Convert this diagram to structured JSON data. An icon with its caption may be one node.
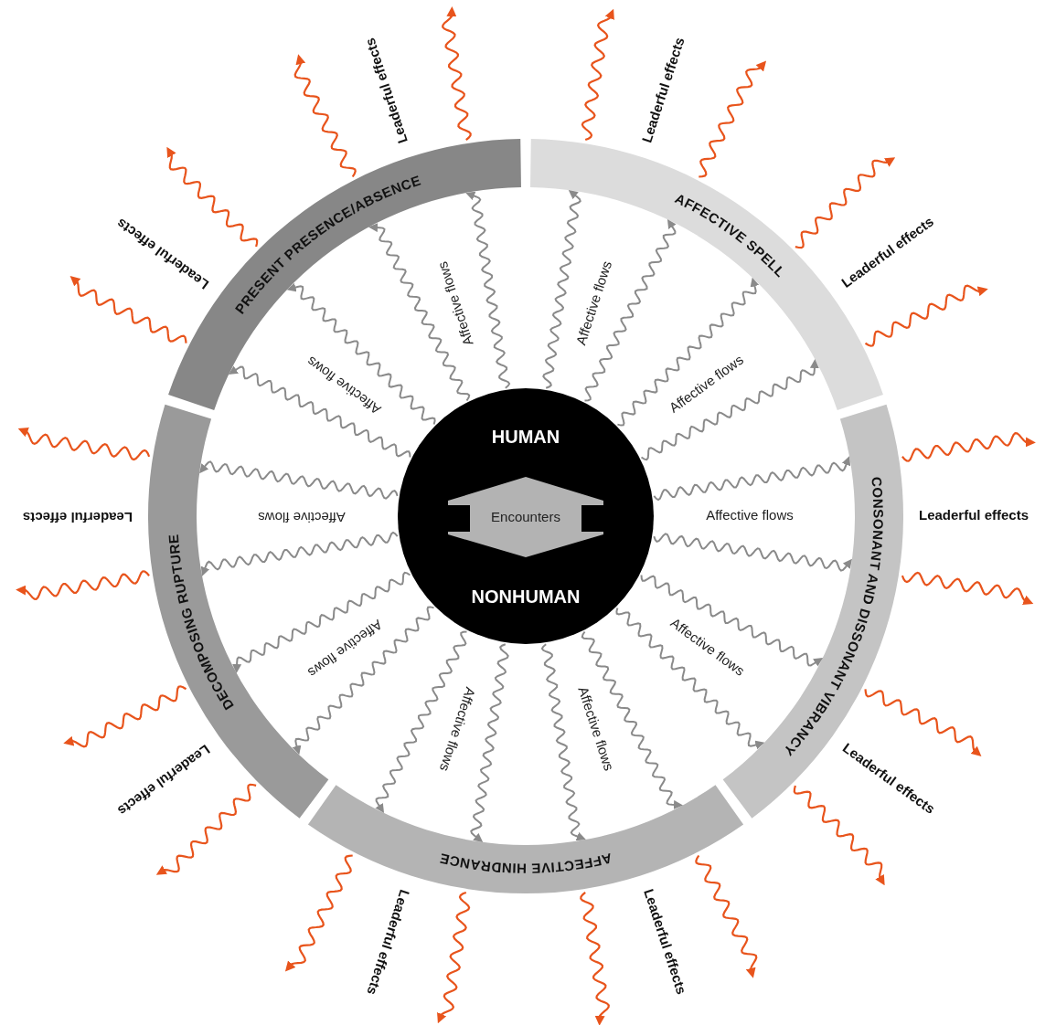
{
  "diagram": {
    "nodes": [
      {
        "text": [
          "HUMAN",
          "NONHUMAN"
        ]
      },
      {
        "text": [
          "Encounters"
        ],
        "in": 0
      },
      {
        "text": [
          "PRESENT PRESENCE/ABSENCE"
        ]
      },
      {
        "text": [
          "AFFECTIVE SPELL"
        ]
      },
      {
        "text": [
          "CONSONANT AND DISSONANT VIBRANCY"
        ]
      },
      {
        "text": [
          "AFFECTIVE HINDRANCE"
        ]
      },
      {
        "text": [
          "DECOMPOSING RUPTURE"
        ]
      }
    ],
    "edges": [
      {
        "from": 0,
        "to": 3,
        "arrow": "to"
      },
      {
        "from": 0,
        "to": 3,
        "arrow": "to"
      },
      {
        "from": 0,
        "to": 3,
        "arrow": "to"
      },
      {
        "from": 0,
        "to": 3,
        "arrow": "to"
      },
      {
        "from": 0,
        "to": 4,
        "arrow": "to"
      },
      {
        "from": 0,
        "to": 4,
        "arrow": "to"
      },
      {
        "from": 0,
        "to": 4,
        "arrow": "to"
      },
      {
        "from": 0,
        "to": 4,
        "arrow": "to"
      },
      {
        "from": 0,
        "to": 5,
        "arrow": "to"
      },
      {
        "from": 0,
        "to": 5,
        "arrow": "to"
      },
      {
        "from": 0,
        "to": 5,
        "arrow": "to"
      },
      {
        "from": 0,
        "to": 5,
        "arrow": "to"
      },
      {
        "from": 0,
        "to": 6,
        "arrow": "to"
      },
      {
        "from": 0,
        "to": 6,
        "arrow": "to"
      },
      {
        "from": 0,
        "to": 6,
        "arrow": "to"
      },
      {
        "from": 0,
        "to": 6,
        "arrow": "to"
      },
      {
        "from": 0,
        "to": 2,
        "arrow": "to"
      },
      {
        "from": 0,
        "to": 2,
        "arrow": "to"
      },
      {
        "from": 0,
        "to": 2,
        "arrow": "to"
      },
      {
        "from": 0,
        "to": 2,
        "arrow": "to"
      },
      {
        "from": 3,
        "to": null,
        "arrow": "to",
        "color": "#e8541c"
      },
      {
        "from": 3,
        "to": null,
        "arrow": "to",
        "color": "#e8541c"
      },
      {
        "from": 3,
        "to": null,
        "arrow": "to",
        "color": "#e8541c"
      },
      {
        "from": 3,
        "to": null,
        "arrow": "to",
        "color": "#e8541c"
      },
      {
        "from": 4,
        "to": null,
        "arrow": "to",
        "color": "#e8541c"
      },
      {
        "from": 4,
        "to": null,
        "arrow": "to",
        "color": "#e8541c"
      },
      {
        "from": 4,
        "to": null,
        "arrow": "to",
        "color": "#e8541c"
      },
      {
        "from": 4,
        "to": null,
        "arrow": "to",
        "color": "#e8541c"
      },
      {
        "from": 5,
        "to": null,
        "arrow": "to",
        "color": "#e8541c"
      },
      {
        "from": 5,
        "to": null,
        "arrow": "to",
        "color": "#e8541c"
      },
      {
        "from": 5,
        "to": null,
        "arrow": "to",
        "color": "#e8541c"
      },
      {
        "from": 5,
        "to": null,
        "arrow": "to",
        "color": "#e8541c"
      },
      {
        "from": 6,
        "to": null,
        "arrow": "to",
        "color": "#e8541c"
      },
      {
        "from": 6,
        "to": null,
        "arrow": "to",
        "color": "#e8541c"
      },
      {
        "from": 6,
        "to": null,
        "arrow": "to",
        "color": "#e8541c"
      },
      {
        "from": 6,
        "to": null,
        "arrow": "to",
        "color": "#e8541c"
      },
      {
        "from": 2,
        "to": null,
        "arrow": "to",
        "color": "#e8541c"
      },
      {
        "from": 2,
        "to": null,
        "arrow": "to",
        "color": "#e8541c"
      },
      {
        "from": 2,
        "to": null,
        "arrow": "to",
        "color": "#e8541c"
      },
      {
        "from": 2,
        "to": null,
        "arrow": "to",
        "color": "#e8541c"
      }
    ],
    "labels": [
      "Leaderful effects",
      "Leaderful effects",
      "Leaderful effects",
      "Leaderful effects",
      "Leaderful effects",
      "Leaderful effects",
      "Leaderful effects",
      "Leaderful effects",
      "Leaderful effects",
      "Leaderful effects",
      "Affective flows",
      "Affective flows",
      "Affective flows",
      "Affective flows",
      "Affective flows",
      "Affective flows",
      "Affective flows",
      "Affective flows",
      "Affective flows",
      "Affective flows"
    ]
  }
}
